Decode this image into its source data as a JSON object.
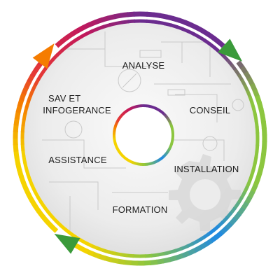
{
  "stages": [
    {
      "key": "analyse",
      "lines": [
        "ANALYSE"
      ]
    },
    {
      "key": "conseil",
      "lines": [
        "CONSEIL"
      ]
    },
    {
      "key": "installation",
      "lines": [
        "INSTALLATION"
      ]
    },
    {
      "key": "formation",
      "lines": [
        "FORMATION"
      ]
    },
    {
      "key": "assistance",
      "lines": [
        "ASSISTANCE"
      ]
    },
    {
      "key": "sav",
      "lines": [
        "SAV ET",
        "INFOGERANCE"
      ]
    }
  ],
  "colors": {
    "purple": "#6b2c8f",
    "magenta": "#c2185b",
    "red": "#e53935",
    "orange": "#f57c00",
    "yellow": "#f5d300",
    "green": "#8cc63f",
    "dark_green": "#3a9a3a",
    "blue": "#1e88e5",
    "background_gray": "#eeeeee"
  }
}
